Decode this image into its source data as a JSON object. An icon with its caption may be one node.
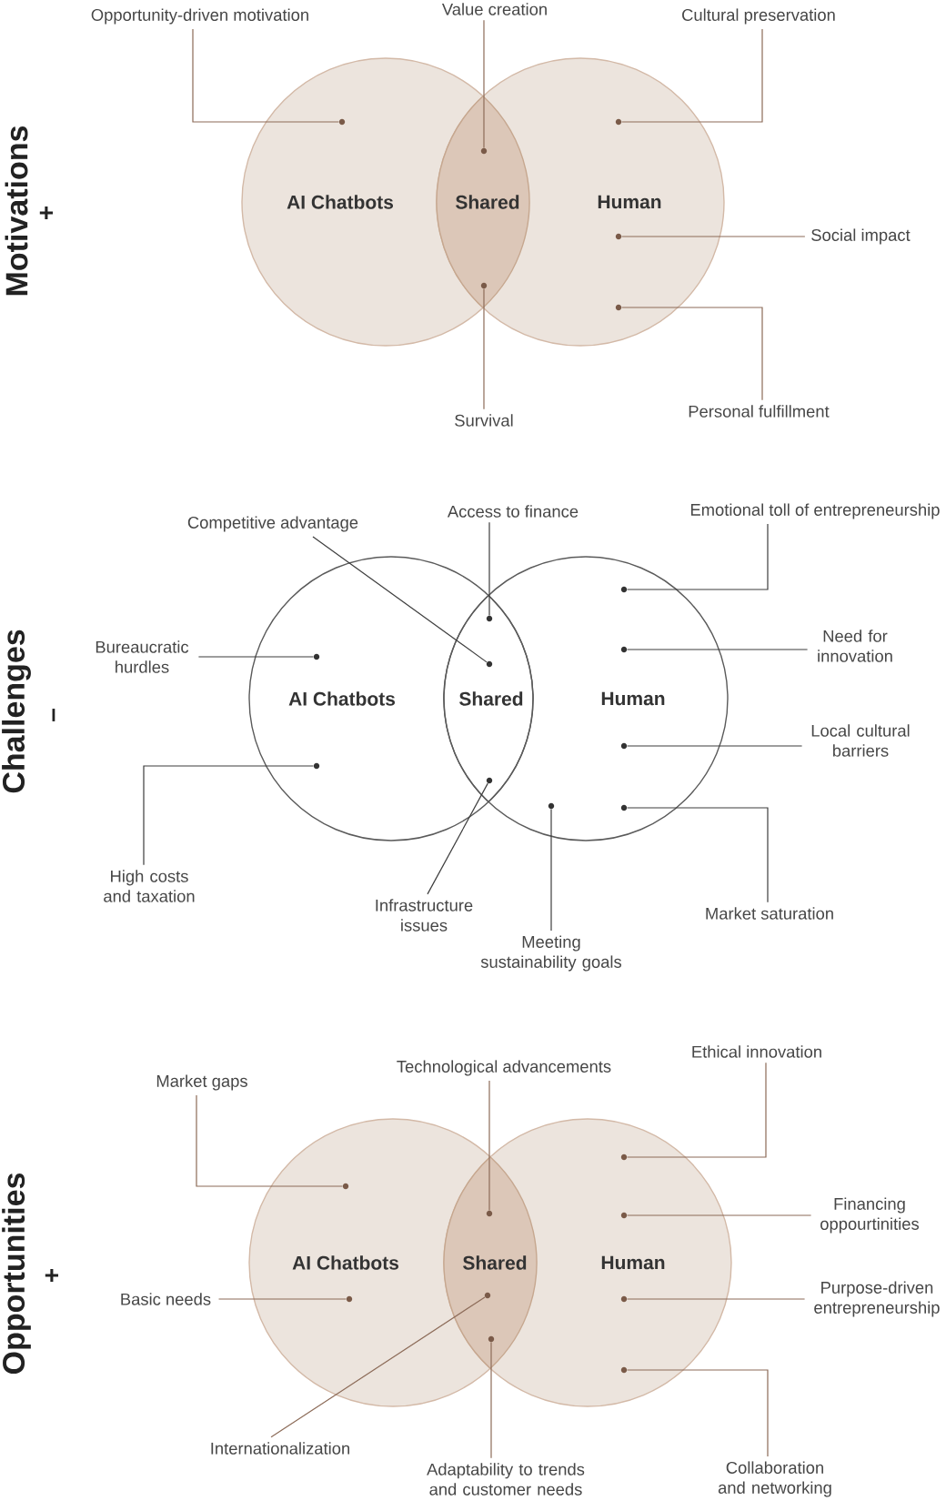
{
  "diagram": {
    "nodes": [
      {
        "text": [
          "AI Chatbots"
        ]
      },
      {
        "text": [
          "Shared"
        ]
      },
      {
        "text": [
          "Human"
        ]
      },
      {
        "text": [
          "Opportunity-driven motivation"
        ]
      },
      {
        "text": [
          "Value creation"
        ]
      },
      {
        "text": [
          "Cultural preservation"
        ]
      },
      {
        "text": [
          "Social impact"
        ]
      },
      {
        "text": [
          "Personal fulfillment"
        ]
      },
      {
        "text": [
          "Survival"
        ]
      },
      {
        "text": [
          "AI Chatbots"
        ]
      },
      {
        "text": [
          "Shared"
        ]
      },
      {
        "text": [
          "Human"
        ]
      },
      {
        "text": [
          "Competitive advantage"
        ]
      },
      {
        "text": [
          "Access to finance"
        ]
      },
      {
        "text": [
          "Emotional toll of entrepreneurship"
        ]
      },
      {
        "text": [
          "Bureaucratic hurdles"
        ]
      },
      {
        "text": [
          "Need for innovation"
        ]
      },
      {
        "text": [
          "Local cultural barriers"
        ]
      },
      {
        "text": [
          "High costs and taxation"
        ]
      },
      {
        "text": [
          "Infrastructure issues"
        ]
      },
      {
        "text": [
          "Meeting sustainability goals"
        ]
      },
      {
        "text": [
          "Market saturation"
        ]
      },
      {
        "text": [
          "AI Chatbots"
        ]
      },
      {
        "text": [
          "Shared"
        ]
      },
      {
        "text": [
          "Human"
        ]
      },
      {
        "text": [
          "Market gaps"
        ]
      },
      {
        "text": [
          "Technological advancements"
        ]
      },
      {
        "text": [
          "Ethical innovation"
        ]
      },
      {
        "text": [
          "Financing oppourtinities"
        ]
      },
      {
        "text": [
          "Basic needs"
        ]
      },
      {
        "text": [
          "Purpose-driven entrepreneurship"
        ]
      },
      {
        "text": [
          "Internationalization"
        ]
      },
      {
        "text": [
          "Adaptability to trends and customer needs"
        ]
      },
      {
        "text": [
          "Collaboration and networking"
        ]
      },
      {
        "text": [],
        "shape": "dot",
        "in": 0
      },
      {
        "text": [],
        "shape": "dot",
        "in": 2
      },
      {
        "text": [],
        "shape": "dot",
        "in": 1
      },
      {
        "text": [],
        "shape": "dot",
        "in": 2
      },
      {
        "text": [],
        "shape": "dot",
        "in": 1
      },
      {
        "text": [],
        "shape": "dot",
        "in": 2
      },
      {
        "text": [],
        "shape": "dot",
        "in": 11
      },
      {
        "text": [],
        "shape": "dot",
        "in": 10
      },
      {
        "text": [],
        "shape": "dot",
        "in": 11
      },
      {
        "text": [],
        "shape": "dot",
        "in": 9
      },
      {
        "text": [],
        "shape": "dot",
        "in": 10
      },
      {
        "text": [],
        "shape": "dot",
        "in": 11
      },
      {
        "text": [],
        "shape": "dot",
        "in": 9
      },
      {
        "text": [],
        "shape": "dot",
        "in": 10
      },
      {
        "text": [],
        "shape": "dot",
        "in": 11
      },
      {
        "text": [],
        "shape": "dot",
        "in": 11
      },
      {
        "text": [],
        "shape": "dot",
        "in": 24
      },
      {
        "text": [],
        "shape": "dot",
        "in": 22
      },
      {
        "text": [],
        "shape": "dot",
        "in": 23
      },
      {
        "text": [],
        "shape": "dot",
        "in": 24
      },
      {
        "text": [],
        "shape": "dot",
        "in": 23
      },
      {
        "text": [],
        "shape": "dot",
        "in": 22
      },
      {
        "text": [],
        "shape": "dot",
        "in": 24
      },
      {
        "text": [],
        "shape": "dot",
        "in": 23
      },
      {
        "text": [],
        "shape": "dot",
        "in": 24
      }
    ],
    "edges": [
      {
        "from": 3,
        "to": 34,
        "arrow": "none"
      },
      {
        "from": 4,
        "to": 36,
        "arrow": "none"
      },
      {
        "from": 5,
        "to": 35,
        "arrow": "none"
      },
      {
        "from": 6,
        "to": 37,
        "arrow": "none"
      },
      {
        "from": 7,
        "to": 39,
        "arrow": "none"
      },
      {
        "from": 8,
        "to": 38,
        "arrow": "none"
      },
      {
        "from": 12,
        "to": 44,
        "arrow": "none",
        "color": "#3d3d3d"
      },
      {
        "from": 13,
        "to": 41,
        "arrow": "none",
        "color": "#3d3d3d"
      },
      {
        "from": 14,
        "to": 40,
        "arrow": "none",
        "color": "#3d3d3d"
      },
      {
        "from": 15,
        "to": 43,
        "arrow": "none",
        "color": "#3d3d3d"
      },
      {
        "from": 16,
        "to": 42,
        "arrow": "none",
        "color": "#3d3d3d"
      },
      {
        "from": 17,
        "to": 45,
        "arrow": "none",
        "color": "#3d3d3d"
      },
      {
        "from": 18,
        "to": 46,
        "arrow": "none",
        "color": "#3d3d3d"
      },
      {
        "from": 19,
        "to": 47,
        "arrow": "none",
        "color": "#3d3d3d"
      },
      {
        "from": 20,
        "to": 48,
        "arrow": "none",
        "color": "#3d3d3d"
      },
      {
        "from": 21,
        "to": 49,
        "arrow": "none",
        "color": "#3d3d3d"
      },
      {
        "from": 25,
        "to": 51,
        "arrow": "none"
      },
      {
        "from": 26,
        "to": 52,
        "arrow": "none"
      },
      {
        "from": 27,
        "to": 50,
        "arrow": "none"
      },
      {
        "from": 28,
        "to": 53,
        "arrow": "none"
      },
      {
        "from": 29,
        "to": 55,
        "arrow": "none"
      },
      {
        "from": 30,
        "to": 56,
        "arrow": "none"
      },
      {
        "from": 31,
        "to": 54,
        "arrow": "none"
      },
      {
        "from": 32,
        "to": 57,
        "arrow": "none"
      },
      {
        "from": 33,
        "to": 58,
        "arrow": "none"
      }
    ],
    "labels": [
      "Motivations",
      "+",
      "Challenges",
      "–",
      "Opportunities",
      "+"
    ]
  }
}
